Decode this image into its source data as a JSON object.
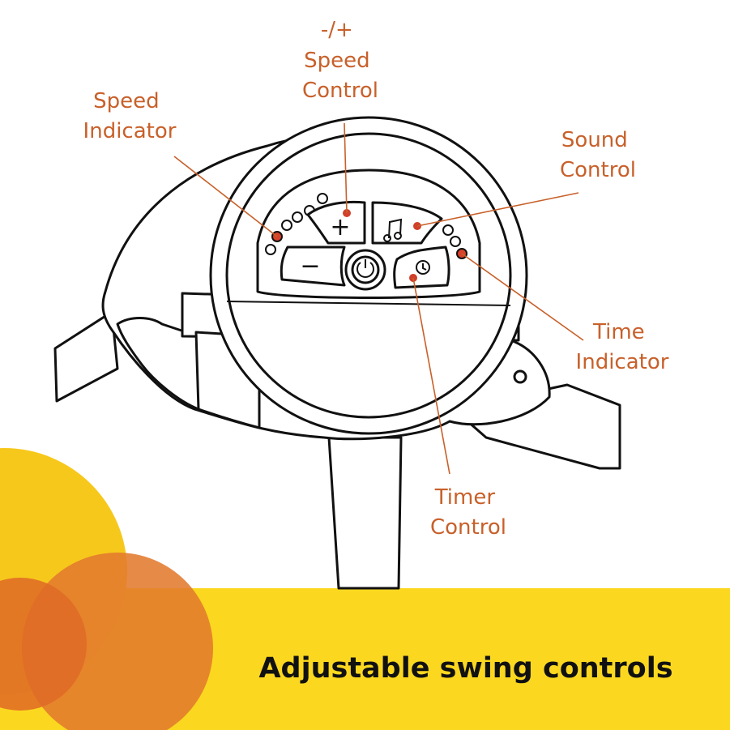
{
  "labels": {
    "speed_control": [
      "-/+",
      "Speed",
      "Control"
    ],
    "speed_indicator": [
      "Speed",
      "Indicator"
    ],
    "sound_control": [
      "Sound",
      "Control"
    ],
    "time_indicator": [
      "Time",
      "Indicator"
    ],
    "timer_control": [
      "Timer",
      "Control"
    ]
  },
  "buttons": {
    "plus": "+",
    "minus": "−"
  },
  "caption": "Adjustable swing controls",
  "colors": {
    "label_orange": "#c8602a",
    "banner_yellow": "#fbd81f",
    "circle_yellow": "#f7c81c",
    "circle_orange": "#e27a2e",
    "marker_red": "#d0402a"
  },
  "icons": [
    "plus-icon",
    "minus-icon",
    "power-icon",
    "music-note-icon",
    "clock-icon"
  ]
}
